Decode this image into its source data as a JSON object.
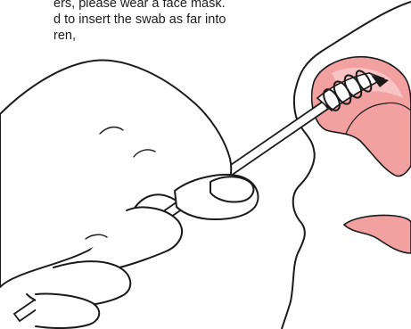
{
  "caption": {
    "lines": [
      "ers, please wear a face mask.",
      "d to insert the swab as far into",
      "ren,"
    ]
  },
  "colors": {
    "line": "#1a1a1a",
    "nostril_fill": "#f2a0a0",
    "nostril_highlight": "#f7c3c3",
    "swab": "#ffffff",
    "background": "#ffffff"
  },
  "illustration": {
    "parts": [
      "face-outline",
      "nose-cutaway",
      "nasal-passage",
      "swab-stick",
      "swab-tip",
      "hand"
    ]
  }
}
